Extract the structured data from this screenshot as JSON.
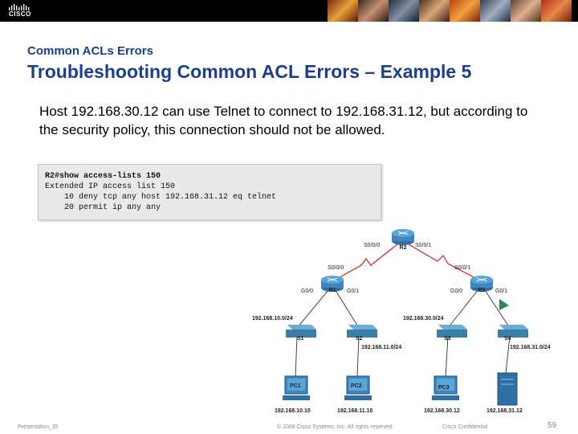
{
  "header": {
    "logo_text": "CISCO"
  },
  "slide": {
    "subtitle": "Common ACLs Errors",
    "title": "Troubleshooting Common ACL Errors – Example 5",
    "body": "Host 192.168.30.12 can use Telnet to connect to 192.168.31.12, but according to the security policy, this connection should not be allowed."
  },
  "cli": {
    "lines": [
      "R2#show access-lists 150",
      "Extended IP access list 150",
      "    10 deny tcp any host 192.168.31.12 eq telnet",
      "    20 permit ip any any"
    ]
  },
  "topology": {
    "routers": [
      "R2",
      "R1",
      "R3"
    ],
    "interfaces": [
      "S0/0/0",
      "S0/0/1",
      "S0/0/0",
      "S0/0/1",
      "G0/0",
      "G0/1",
      "G0/0",
      "G0/1"
    ],
    "switches": [
      "S1",
      "S2",
      "S3",
      "S4"
    ],
    "networks": [
      "192.168.10.0/24",
      "192.168.11.0/24",
      "192.168.30.0/24",
      "192.168.31.0/24"
    ],
    "hosts": [
      "PC1",
      "PC2",
      "PC3"
    ],
    "host_ips": [
      "192.168.10.10",
      "192.168.11.10",
      "192.168.30.12",
      "192.168.31.12"
    ]
  },
  "footer": {
    "left": "Presentation_ID",
    "center": "© 2008 Cisco Systems, Inc. All rights reserved.",
    "right": "Cisco Confidential",
    "page": "59"
  },
  "colors": {
    "title": "#1a3f8f",
    "router": "#2f6fa3",
    "switch": "#3d7ea6",
    "serial_link": "#d12020",
    "acl_arrow": "#2e8b57"
  }
}
